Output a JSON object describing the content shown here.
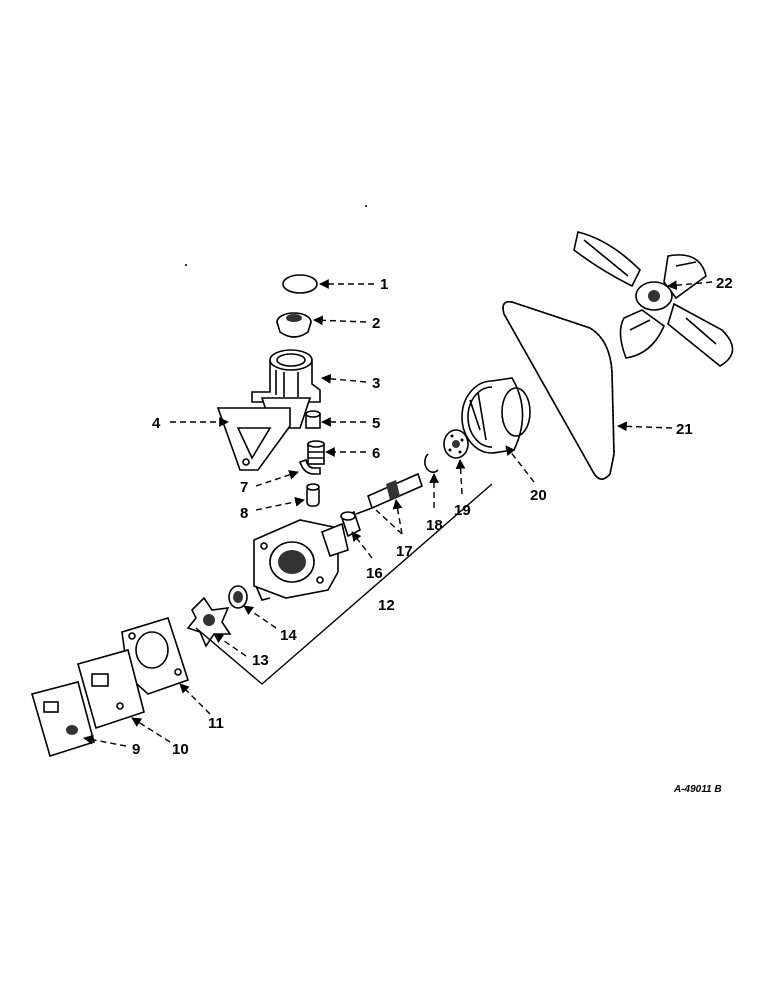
{
  "drawing_code": "A-49011 B",
  "callouts": [
    "1",
    "2",
    "3",
    "4",
    "5",
    "6",
    "7",
    "8",
    "9",
    "10",
    "11",
    "12",
    "13",
    "14",
    "16",
    "17",
    "18",
    "19",
    "20",
    "21",
    "22"
  ]
}
